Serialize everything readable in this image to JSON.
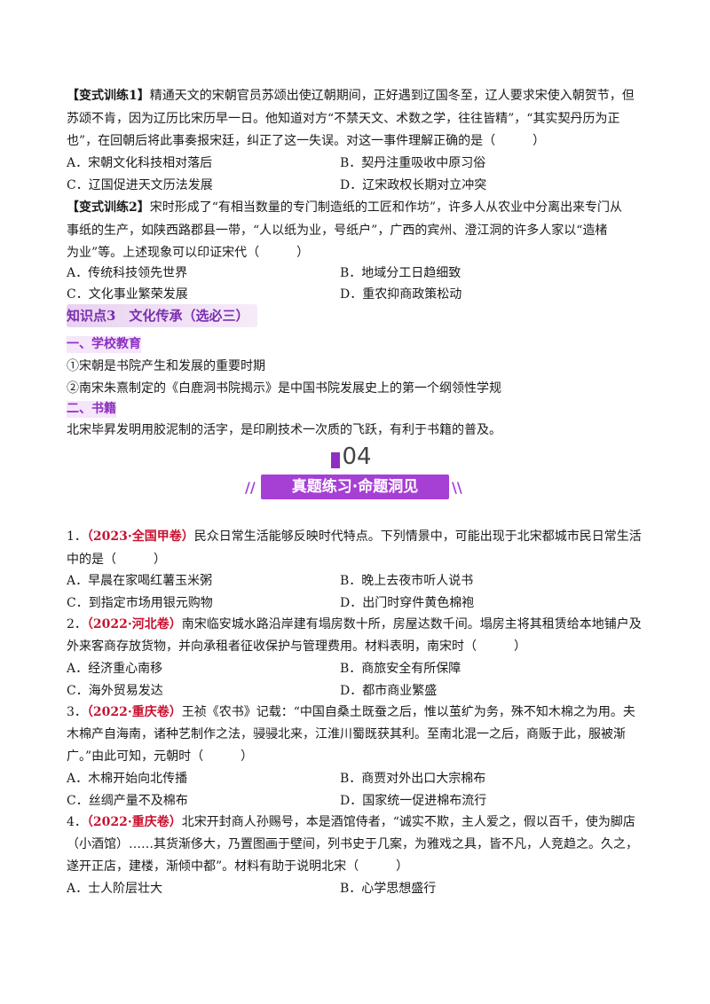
{
  "ex1": {
    "l1_tag": "【变式训练1】",
    "l1_text": "精通天文的宋朝官员苏颂出使辽朝期间，正好遇到辽国冬至，辽人要求宋使入朝贺节，但",
    "l2": "苏颂不肯，因为辽历比宋历早一日。他知道对方“不禁天文、术数之学，往往皆精”，“其实契丹历为正",
    "l3": "也”，在回朝后将此事奏报宋廷，纠正了这一失误。对这一事件理解正确的是（　　　）",
    "A": "A．宋朝文化科技相对落后",
    "B": "B．契丹注重吸收中原习俗",
    "C": "C．辽国促进天文历法发展",
    "D": "D．辽宋政权长期对立冲突"
  },
  "ex2": {
    "l1_tag": "【变式训练2】",
    "l1_text": "宋时形成了“有相当数量的专门制造纸的工匠和作坊”，许多人从农业中分离出来专门从",
    "l2": "事纸的生产，如陕西路郡县一带，“人以纸为业，号纸户”，广西的宾州、澄江洞的许多人家以“造楮",
    "l3": "为业”等。上述现象可以印证宋代（　　　）",
    "A": "A．传统科技领先世界",
    "B": "B．地域分工日趋细致",
    "C": "C．文化事业繁荣发展",
    "D": "D．重农抑商政策松动"
  },
  "kp3": "知识点3　文化传承（选必三）",
  "school": {
    "title": "一、学校教育",
    "i1": "①宋朝是书院产生和发展的重要时期",
    "i2": "②南宋朱熹制定的《白鹿洞书院揭示》是中国书院发展史上的第一个纲领性学规"
  },
  "books": {
    "title": "二、书籍",
    "text": "北宋毕昇发明用胶泥制的活字，是印刷技术一次质的飞跃，有利于书籍的普及。"
  },
  "section": {
    "num": "04",
    "title": "真题练习·命题洞见",
    "left_deco": "//",
    "right_deco": "\\\\"
  },
  "q1": {
    "num": "1．",
    "src": "（2023·全国甲卷）",
    "l1": "民众日常生活能够反映时代特点。下列情景中，可能出现于北宋都城市民日常生活",
    "l2": "中的是（　　　）",
    "A": "A．早晨在家喝红薯玉米粥",
    "B": "B．晚上去夜市听人说书",
    "C": "C．到指定市场用银元购物",
    "D": "D．出门时穿件黄色棉袍"
  },
  "q2": {
    "num": "2．",
    "src": "（2022·河北卷）",
    "l1": "南宋临安城水路沿岸建有塌房数十所，房屋达数千间。塌房主将其租赁给本地铺户及",
    "l2": "外来客商存放货物，并向承租者征收保护与管理费用。材料表明，南宋时（　　　）",
    "A": "A．经济重心南移",
    "B": "B．商旅安全有所保障",
    "C": "C．海外贸易发达",
    "D": "D．都市商业繁盛"
  },
  "q3": {
    "num": "3．",
    "src": "（2022·重庆卷）",
    "l1": "王祯《农书》记载：“中国自桑土既蚕之后，惟以茧纩为务，殊不知木棉之为用。夫",
    "l2": "木棉产自海南，诸种艺制作之法，骎骎北来，江淮川蜀既获其利。至南北混一之后，商贩于此，服被渐",
    "l3": "广。”由此可知，元朝时（　　　）",
    "A": "A．木棉开始向北传播",
    "B": "B．商贾对外出口大宗棉布",
    "C": "C．丝绸产量不及棉布",
    "D": "D．国家统一促进棉布流行"
  },
  "q4": {
    "num": "4．",
    "src": "（2022·重庆卷）",
    "l1": "北宋开封商人孙赐号，本是酒馆侍者，“诚实不欺，主人爱之，假以百千，使为脚店",
    "l2": "（小酒馆）……其货渐侈大，乃置图画于壁间，列书史于几案，为雅戏之具，皆不凡，人竞趋之。久之，",
    "l3": "遂开正店，建楼，渐倾中都”。材料有助于说明北宋（　　　）",
    "A": "A．士人阶层壮大",
    "B": "B．心学思想盛行"
  }
}
